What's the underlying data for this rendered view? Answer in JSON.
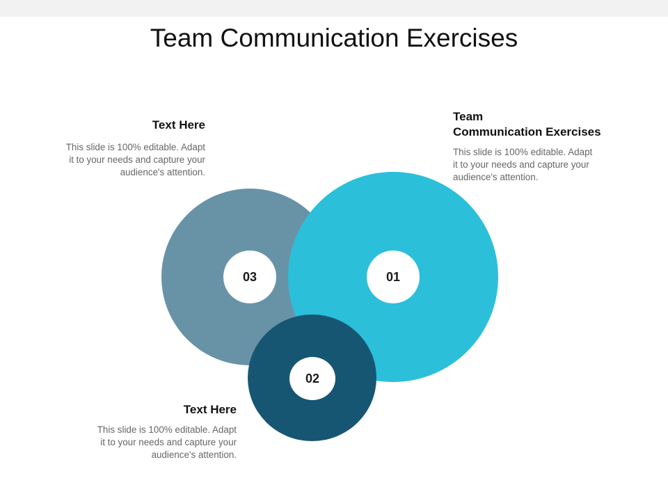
{
  "title": "Team Communication Exercises",
  "colors": {
    "circle_01": "#2bbfda",
    "circle_02": "#175673",
    "circle_03": "#6893a7"
  },
  "circles": {
    "c01": {
      "label": "01"
    },
    "c02": {
      "label": "02"
    },
    "c03": {
      "label": "03"
    }
  },
  "blocks": {
    "top_left": {
      "heading": "Text Here",
      "body_lines": [
        "This slide is 100% editable. Adapt",
        "it to your needs and capture your",
        "audience's attention."
      ]
    },
    "top_right": {
      "heading_lines": [
        "Team",
        "Communication Exercises"
      ],
      "body_lines": [
        "This slide is 100% editable. Adapt",
        "it to your needs and capture your",
        "audience's attention."
      ]
    },
    "bottom_left": {
      "heading": "Text Here",
      "body_lines": [
        "This slide is 100% editable. Adapt",
        "it to your needs and capture your",
        "audience's attention."
      ]
    }
  }
}
